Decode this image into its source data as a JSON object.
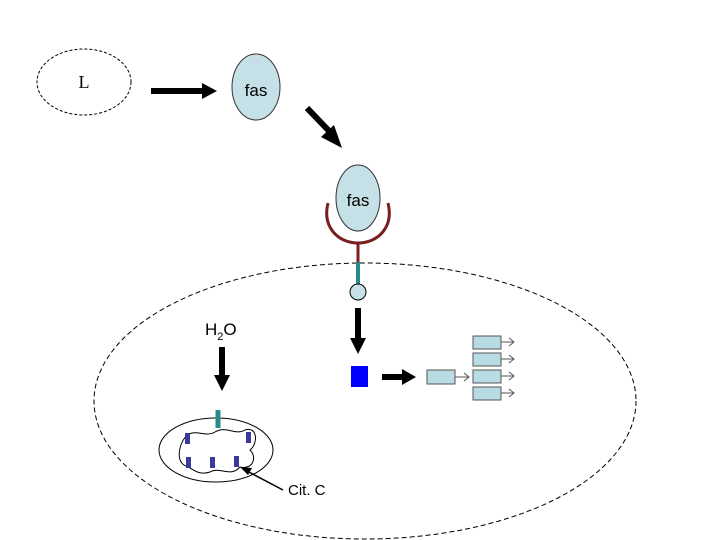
{
  "labels": {
    "ligand": "L",
    "fas_free": "fas",
    "fas_bound": "fas",
    "water_main": "H",
    "water_sub": "2",
    "water_end": "O",
    "cyt_c": "Cit. C"
  },
  "colors": {
    "background": "#ffffff",
    "outline": "#000000",
    "fas_fill": "#c5e0e6",
    "receptor": "#7a1f1f",
    "linker": "#2a8a8a",
    "blue_block": "#0000ff",
    "caspase_fill": "#b8dce4",
    "mito_marker": "#3a3a9a",
    "arrow": "#000000"
  },
  "icons": {
    "ligand": "dashed-ellipse",
    "fas": "light-blue-oval",
    "receptor": "cup-shaped-receptor",
    "adapter": "circle-node",
    "cell": "dashed-ellipse-membrane",
    "mitochondrion": "mitochondrion-shape",
    "activation": "blue-square",
    "caspase": "arrow-tag",
    "arrow": "thick-black-arrow"
  }
}
